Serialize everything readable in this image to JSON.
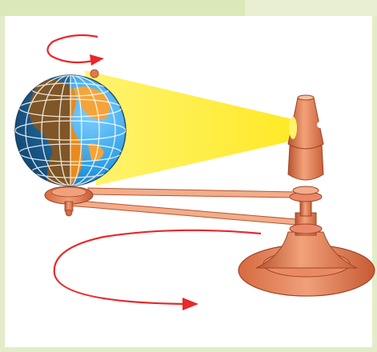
{
  "figure": {
    "subject": "orrery-earth-sun",
    "globe_rotation_direction": "counter-clockwise",
    "orbit_direction": "counter-clockwise"
  },
  "colors": {
    "background": "#e2ecc8",
    "panel": "#ffffff",
    "light_beam": "#fff13a",
    "arrow": "#e8282a",
    "ocean": "#2e9ee6",
    "land": "#e98b1c",
    "copper": "#e07a4f",
    "copper_dark": "#b8532f"
  },
  "icons": {
    "globe": "earth-globe-icon",
    "lamp": "sun-lamp-icon",
    "rotation_arrow": "curved-arrow-icon",
    "orbit_arrow": "curved-arrow-icon"
  }
}
